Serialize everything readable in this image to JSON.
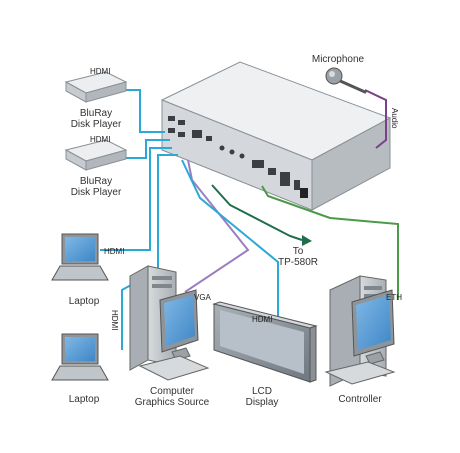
{
  "devices": {
    "bluray1": {
      "label_line1": "BluRay",
      "label_line2": "Disk Player"
    },
    "bluray2": {
      "label_line1": "BluRay",
      "label_line2": "Disk Player"
    },
    "laptop1": {
      "label": "Laptop"
    },
    "laptop2": {
      "label": "Laptop"
    },
    "computer": {
      "label_line1": "Computer",
      "label_line2": "Graphics Source"
    },
    "lcd": {
      "label_line1": "LCD",
      "label_line2": "Display"
    },
    "controller": {
      "label": "Controller"
    },
    "microphone": {
      "label": "Microphone"
    }
  },
  "cables": {
    "hdmi_bluray1": "HDMI",
    "hdmi_bluray2": "HDMI",
    "hdmi_laptop1": "HDMI",
    "hdmi_laptop2": "HDMI",
    "vga": "VGA",
    "hdmi_lcd": "HDMI",
    "eth": "ETH",
    "audio": "Audio",
    "to_line1": "To",
    "to_line2": "TP-580R"
  },
  "colors": {
    "hdmi_cable": "#2aa8d8",
    "vga_cable": "#9a7fc0",
    "eth_cable": "#4a9a4a",
    "audio_cable": "#7b3f8c",
    "tp_cable": "#1f6e4a",
    "device_body": "#c8cdd2",
    "screen_blue": "#5aa0d8"
  }
}
